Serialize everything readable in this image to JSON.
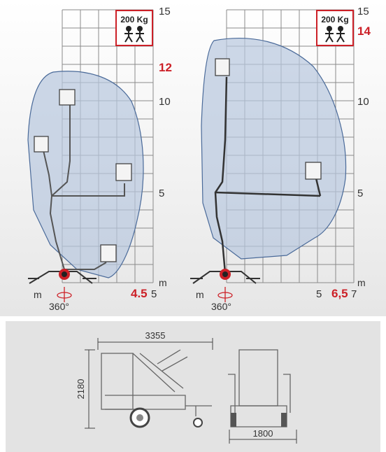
{
  "left_diagram": {
    "capacity": "200 Kg",
    "y_ticks": [
      "15",
      "10",
      "5"
    ],
    "max_height": "12",
    "max_outreach": "4.5",
    "x_max": "5",
    "unit_x": "m",
    "unit_y": "m",
    "rotation": "360°"
  },
  "right_diagram": {
    "capacity": "200 Kg",
    "y_ticks": [
      "15",
      "10",
      "5"
    ],
    "max_height": "14",
    "max_outreach": "6,5",
    "x_mid": "5",
    "x_max": "7",
    "unit_x": "m",
    "unit_y": "m",
    "rotation": "360°"
  },
  "dimensions": {
    "length": "3355",
    "height": "2180",
    "width": "1800"
  },
  "colors": {
    "envelope_fill": "#b8c7de",
    "envelope_stroke": "#4a6a99",
    "accent_red": "#cc2027"
  }
}
